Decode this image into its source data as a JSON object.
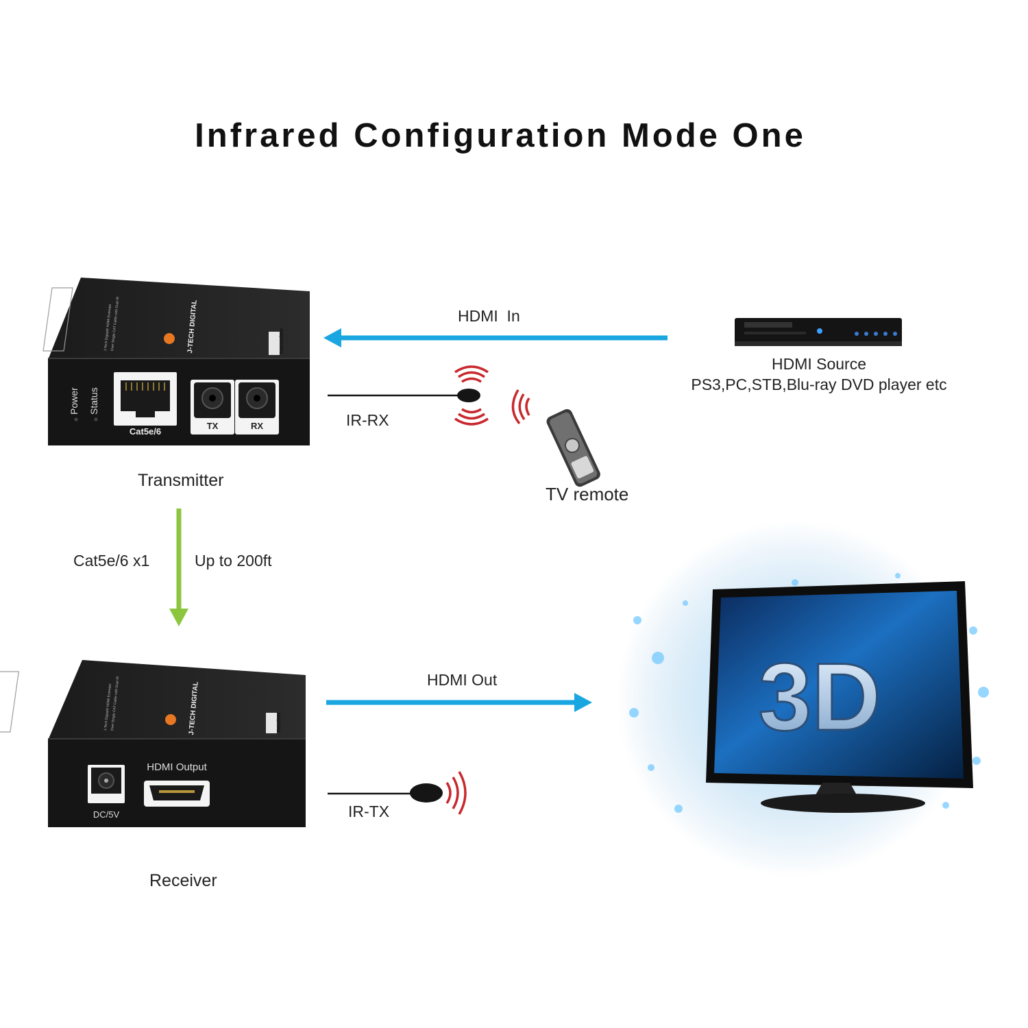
{
  "title": "Infrared Configuration Mode One",
  "colors": {
    "hdmi_arrow": "#1aa6e0",
    "cat_arrow": "#8cc63f",
    "ir_wave": "#c8282e",
    "device_body": "#151515"
  },
  "transmitter": {
    "label": "Transmitter",
    "indicators": [
      "Power",
      "Status"
    ],
    "port_label": "Cat5e/6",
    "jack_labels": [
      "TX",
      "RX"
    ],
    "side_tag": "Transmitter",
    "brand": "J-TECH DIGITAL",
    "top_text_1": "J-Tech Digital® HDMI Extender",
    "top_text_2": "Over Single CAT Cable with Dual IR"
  },
  "receiver": {
    "label": "Receiver",
    "power_label": "DC/5V",
    "hdmi_label": "HDMI Output",
    "side_tag": "Receiver",
    "brand": "J-TECH DIGITAL",
    "top_text_1": "J-Tech Digital® HDMI Extender",
    "top_text_2": "Over Single CAT Cable with Dual IR"
  },
  "hdmi_in_label": "HDMI  In",
  "hdmi_out_label": "HDMI Out",
  "ir_rx_label": "IR-RX",
  "ir_tx_label": "IR-TX",
  "source": {
    "label": "HDMI Source",
    "sublabel": "PS3,PC,STB,Blu-ray DVD player etc"
  },
  "remote_label": "TV remote",
  "cable": {
    "left_label": "Cat5e/6 x1",
    "right_label": "Up to 200ft"
  },
  "tv": {
    "screen_text": "3D"
  }
}
